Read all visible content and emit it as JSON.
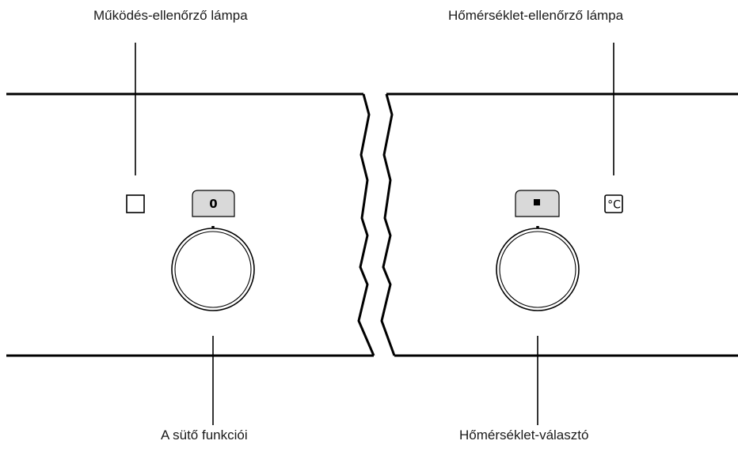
{
  "callouts": {
    "operation_lamp": "Működés-ellenőrző lámpa",
    "temperature_lamp": "Hőmérséklet-ellenőrző lámpa",
    "oven_functions": "A sütő funkciói",
    "temperature_selector": "Hőmérséklet-választó"
  },
  "left_knob": {
    "position_label": "0"
  },
  "right_knob": {
    "position_icon": "small-square-icon"
  },
  "temperature_lamp": {
    "symbol": "°C"
  },
  "colors": {
    "line": "#000000",
    "knob_label_fill": "#d9d9d9",
    "background": "#ffffff"
  }
}
